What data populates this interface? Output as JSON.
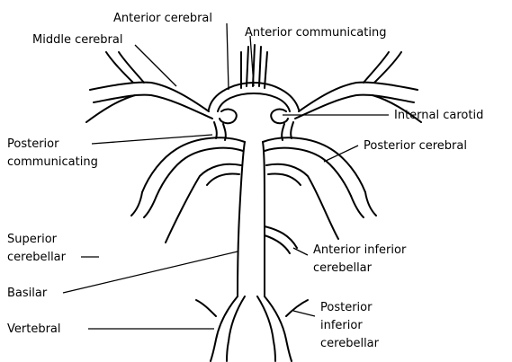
{
  "diagram": {
    "labels": {
      "anterior_cerebral": "Anterior cerebral",
      "anterior_communicating": "Anterior communicating",
      "middle_cerebral": "Middle cerebral",
      "internal_carotid": "Internal carotid",
      "posterior_communicating_1": "Posterior",
      "posterior_communicating_2": "communicating",
      "posterior_cerebral": "Posterior cerebral",
      "superior_cerebellar_1": "Superior",
      "superior_cerebellar_2": "cerebellar",
      "anterior_inferior_cerebellar_1": "Anterior inferior",
      "anterior_inferior_cerebellar_2": "cerebellar",
      "basilar": "Basilar",
      "vertebral": "Vertebral",
      "posterior_inferior_cerebellar_1": "Posterior",
      "posterior_inferior_cerebellar_2": "inferior",
      "posterior_inferior_cerebellar_3": "cerebellar"
    },
    "colors": {
      "stroke": "#000000",
      "background": "#ffffff"
    }
  }
}
